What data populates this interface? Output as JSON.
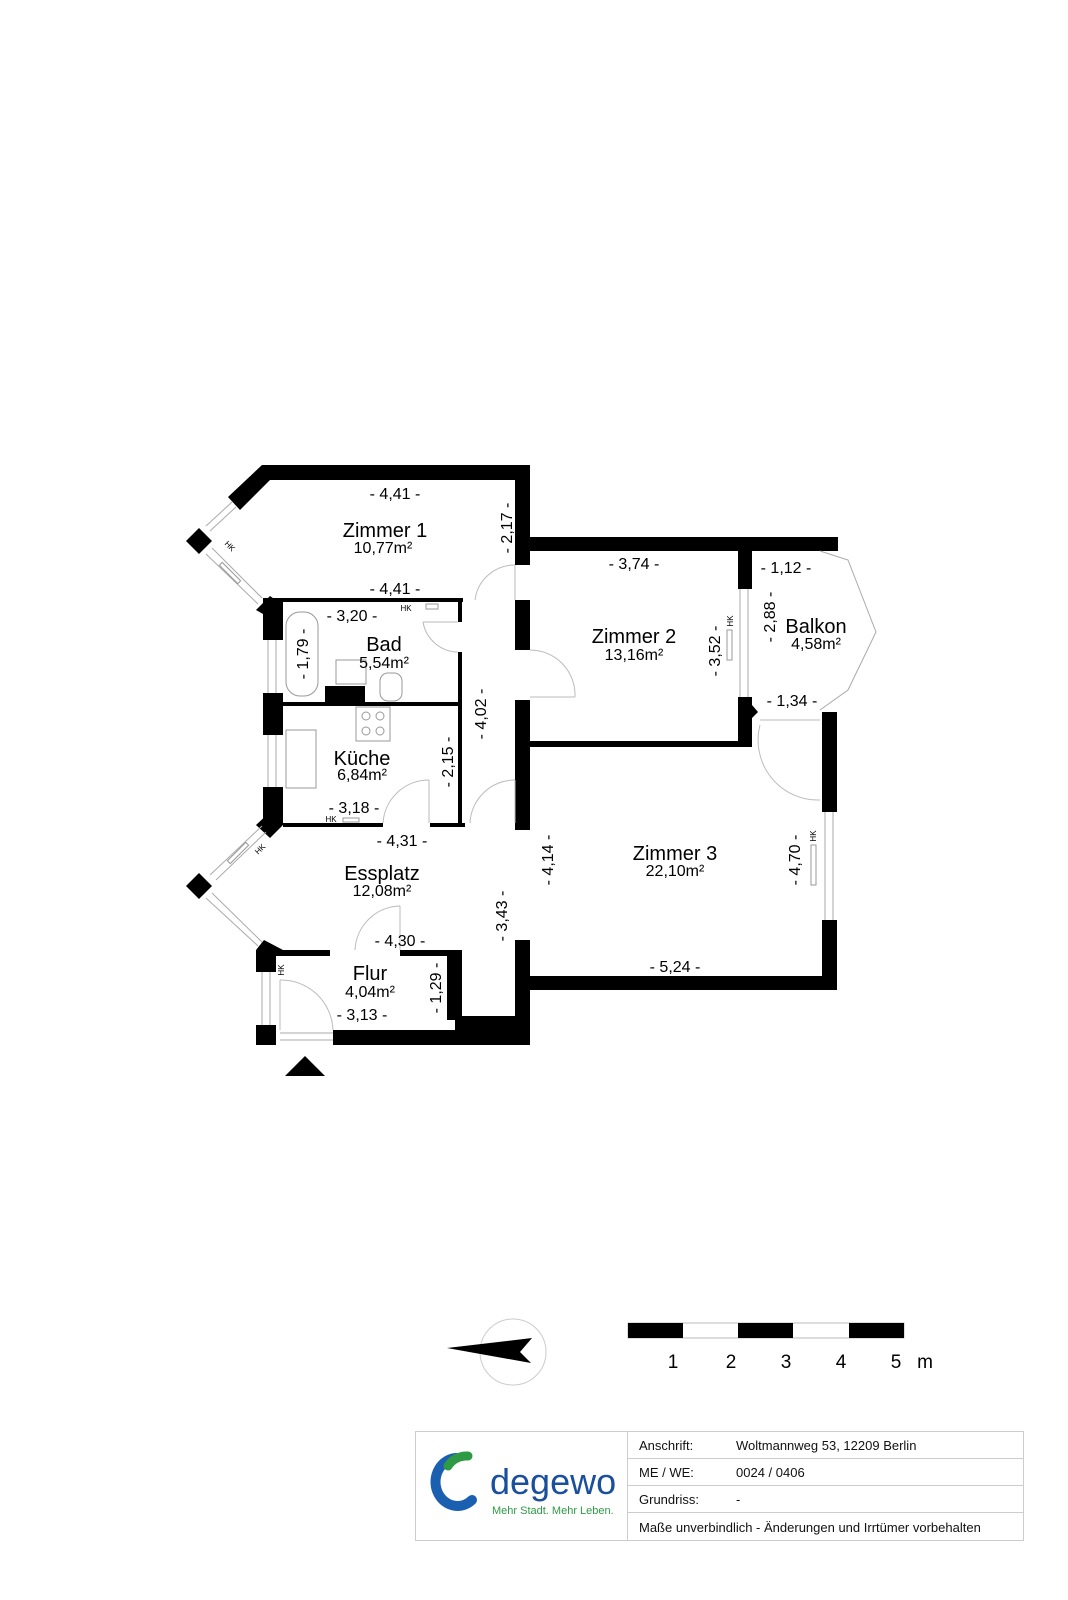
{
  "rooms": [
    {
      "name": "Zimmer 1",
      "area": "10,77m²"
    },
    {
      "name": "Bad",
      "area": "5,54m²"
    },
    {
      "name": "Küche",
      "area": "6,84m²"
    },
    {
      "name": "Essplatz",
      "area": "12,08m²"
    },
    {
      "name": "Flur",
      "area": "4,04m²"
    },
    {
      "name": "Zimmer 2",
      "area": "13,16m²"
    },
    {
      "name": "Balkon",
      "area": "4,58m²"
    },
    {
      "name": "Zimmer 3",
      "area": "22,10m²"
    }
  ],
  "dimensions": [
    "- 4,41 -",
    "- 2,17 -",
    "- 4,41 -",
    "- 3,20 -",
    "- 1,79 -",
    "- 4,02 -",
    "- 2,15 -",
    "- 3,18 -",
    "- 4,31 -",
    "- 3,43 -",
    "- 4,30 -",
    "- 1,29 -",
    "- 3,13 -",
    "- 3,74 -",
    "- 3,52 -",
    "- 1,12 -",
    "- 2,88 -",
    "- 1,34 -",
    "- 4,14 -",
    "- 4,70 -",
    "- 5,24 -"
  ],
  "radiator_label": "HK",
  "scale": {
    "ticks": [
      "1",
      "2",
      "3",
      "4",
      "5"
    ],
    "unit": "m"
  },
  "logo": {
    "brand": "degewo",
    "slogan": "Mehr Stadt. Mehr Leben.",
    "colors": {
      "blue": "#1a4f9c",
      "green": "#2e9a46",
      "cyan": "#1aa3d9"
    }
  },
  "info": {
    "address_label": "Anschrift:",
    "address": "Woltmannweg 53, 12209 Berlin",
    "unit_label": "ME / WE:",
    "unit": "0024 / 0406",
    "plan_label": "Grundriss:",
    "plan": "-",
    "disclaimer": "Maße unverbindlich - Änderungen und Irrtümer vorbehalten"
  }
}
